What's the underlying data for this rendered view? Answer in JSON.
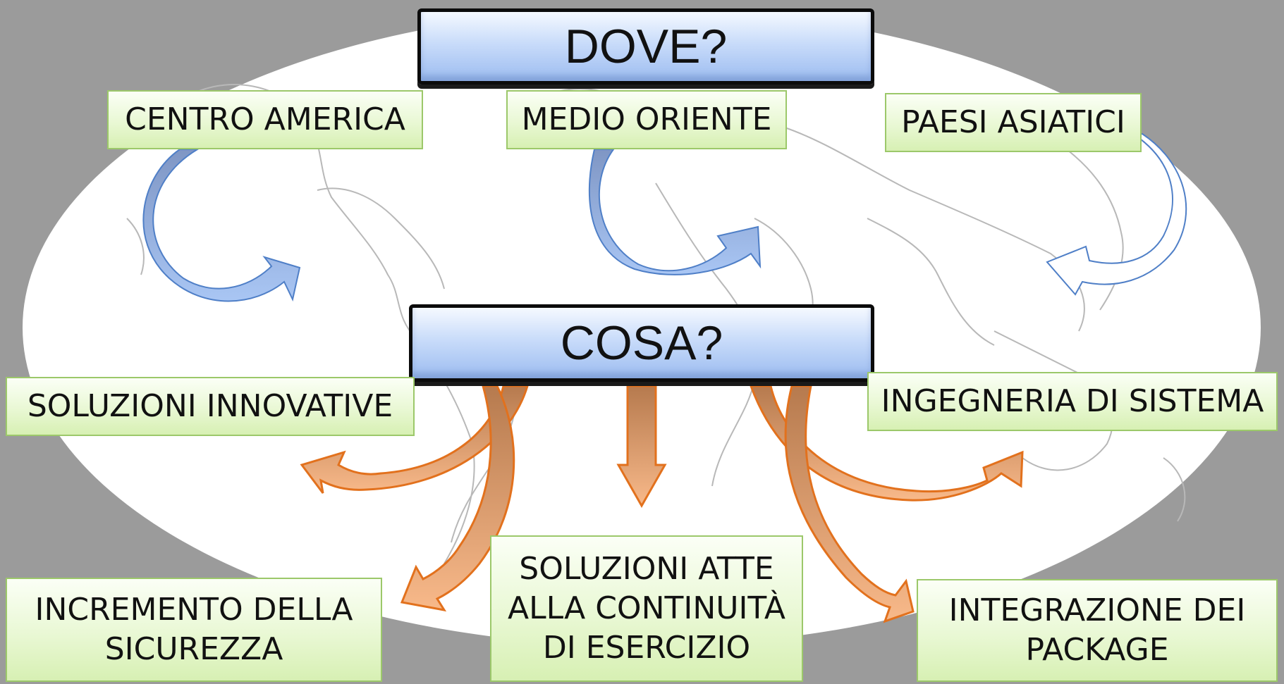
{
  "titles": {
    "dove": "DOVE?",
    "cosa": "COSA?"
  },
  "locations": {
    "centro_america": "CENTRO AMERICA",
    "medio_oriente": "MEDIO ORIENTE",
    "paesi_asiatici": "PAESI ASIATICI"
  },
  "solutions": {
    "innovative": "SOLUZIONI INNOVATIVE",
    "ingegneria": "INGEGNERIA DI SISTEMA",
    "sicurezza": [
      "INCREMENTO DELLA",
      "SICUREZZA"
    ],
    "continuita": [
      "SOLUZIONI ATTE",
      "ALLA CONTINUITÀ",
      "DI ESERCIZIO"
    ],
    "integrazione": [
      "INTEGRAZIONE DEI",
      "PACKAGE"
    ]
  },
  "colors": {
    "blue_arrow": "#9cbcef",
    "orange_arrow": "#f6a96a",
    "box_green": "#e6f7d0"
  }
}
